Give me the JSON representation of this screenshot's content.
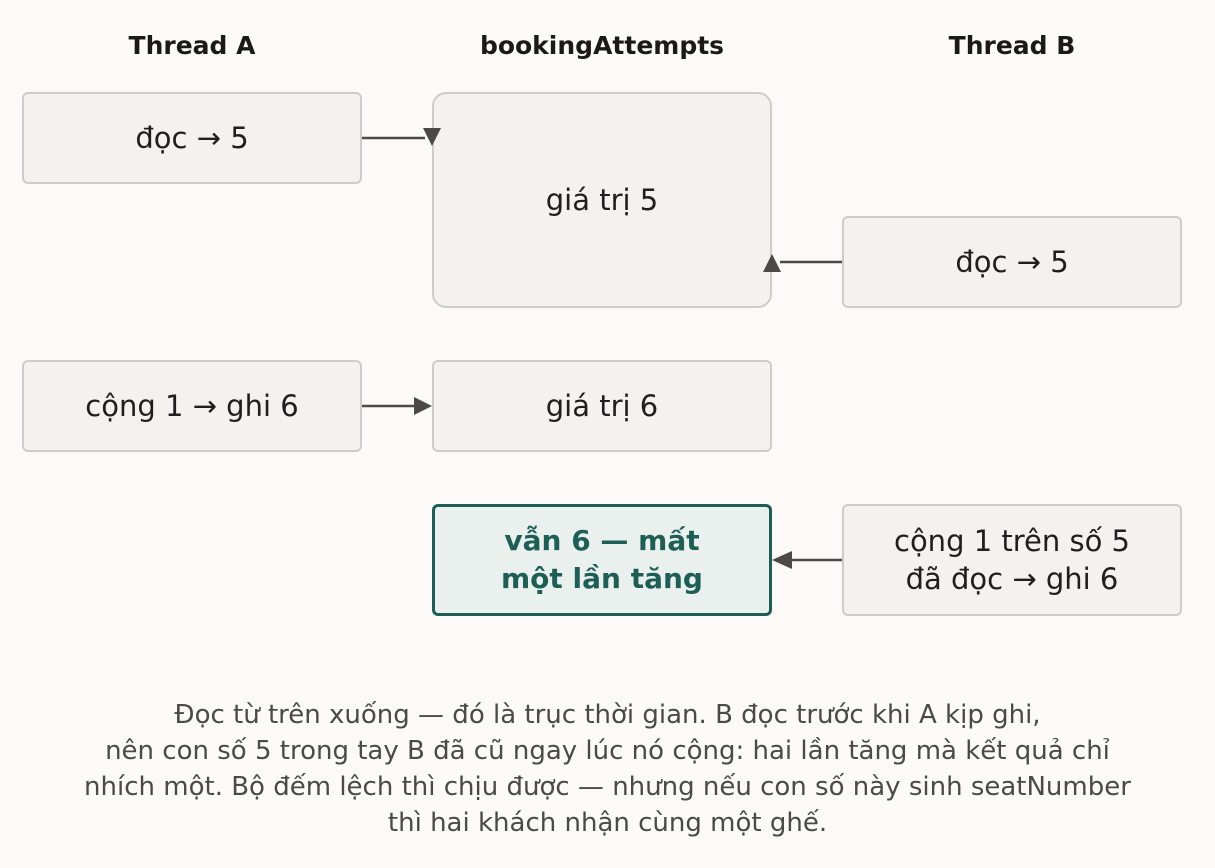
{
  "headers": {
    "thread_a": "Thread A",
    "shared": "bookingAttempts",
    "thread_b": "Thread B"
  },
  "boxes": {
    "a_read": "đọc → 5",
    "shared_value_5": "giá trị 5",
    "b_read": "đọc → 5",
    "a_write": "cộng 1 → ghi 6",
    "shared_value_6": "giá trị 6",
    "shared_result": "vẫn 6 — mất\nmột lần tăng",
    "b_write": "cộng 1 trên số 5\nđã đọc → ghi 6"
  },
  "caption": "Đọc từ trên xuống — đó là trục thời gian. B đọc trước khi A kịp ghi,\nnên con số 5 trong tay B đã cũ ngay lúc nó cộng: hai lần tăng mà kết quả chỉ\nnhích một. Bộ đếm lệch thì chịu được — nhưng nếu con số này sinh seatNumber\nthì hai khách nhận cùng một ghế.",
  "colors": {
    "accent": "#1d5e55",
    "box_fill": "#f3f2ef",
    "box_border": "#cfcdc7",
    "arrow": "#4a4a46"
  }
}
